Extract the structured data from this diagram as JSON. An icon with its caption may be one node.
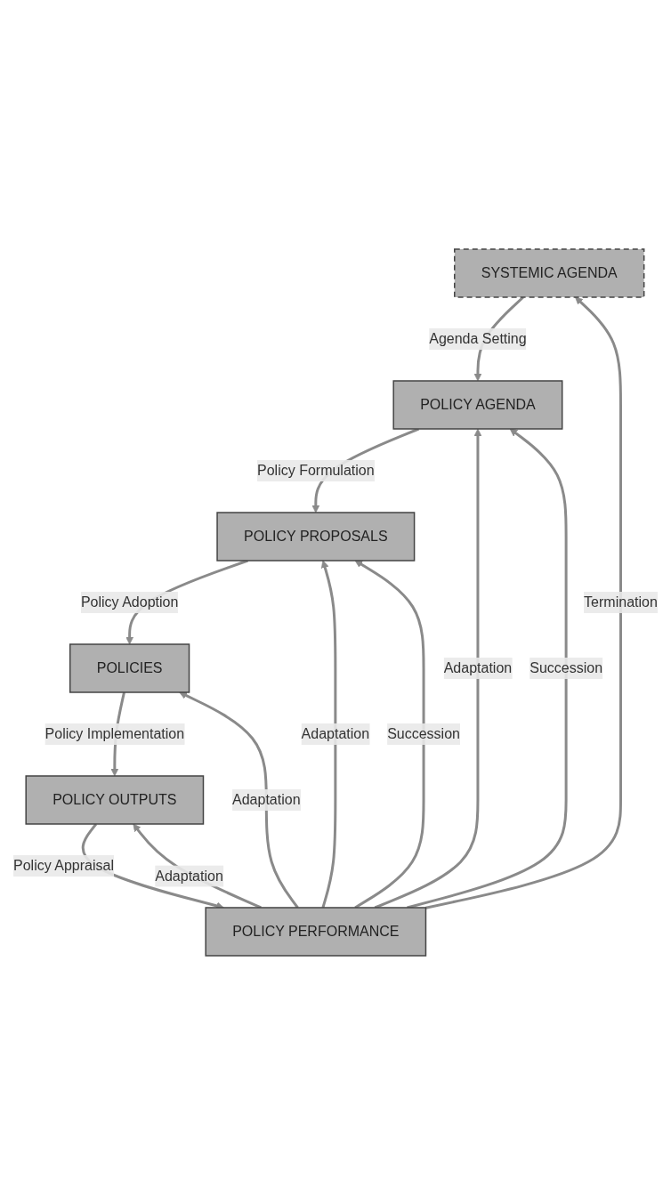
{
  "diagram": {
    "nodes": [
      {
        "text": [
          "SYSTEMIC AGENDA"
        ]
      },
      {
        "text": [
          "POLICY AGENDA"
        ]
      },
      {
        "text": [
          "POLICY PROPOSALS"
        ]
      },
      {
        "text": [
          "POLICIES"
        ]
      },
      {
        "text": [
          "POLICY OUTPUTS"
        ]
      },
      {
        "text": [
          "POLICY PERFORMANCE"
        ]
      }
    ],
    "edges": [
      {
        "from": 0,
        "to": 1,
        "arrow": "to",
        "label": "Agenda Setting"
      },
      {
        "from": 1,
        "to": 2,
        "arrow": "to",
        "label": "Policy Formulation"
      },
      {
        "from": 2,
        "to": 3,
        "arrow": "to",
        "label": "Policy Adoption"
      },
      {
        "from": 3,
        "to": 4,
        "arrow": "to",
        "label": "Policy Implementation"
      },
      {
        "from": 4,
        "to": 5,
        "arrow": "to",
        "label": "Policy Appraisal"
      },
      {
        "from": 5,
        "to": 1,
        "arrow": "to",
        "label": "Adaptation"
      },
      {
        "from": 5,
        "to": 2,
        "arrow": "to",
        "label": "Adaptation"
      },
      {
        "from": 5,
        "to": 3,
        "arrow": "to",
        "label": "Adaptation"
      },
      {
        "from": 5,
        "to": 4,
        "arrow": "to",
        "label": "Adaptation"
      },
      {
        "from": 5,
        "to": 0,
        "arrow": "to",
        "label": "Termination"
      },
      {
        "from": 5,
        "to": 1,
        "arrow": "to",
        "label": "Succession"
      },
      {
        "from": 5,
        "to": 2,
        "arrow": "to",
        "label": "Succession"
      }
    ]
  }
}
